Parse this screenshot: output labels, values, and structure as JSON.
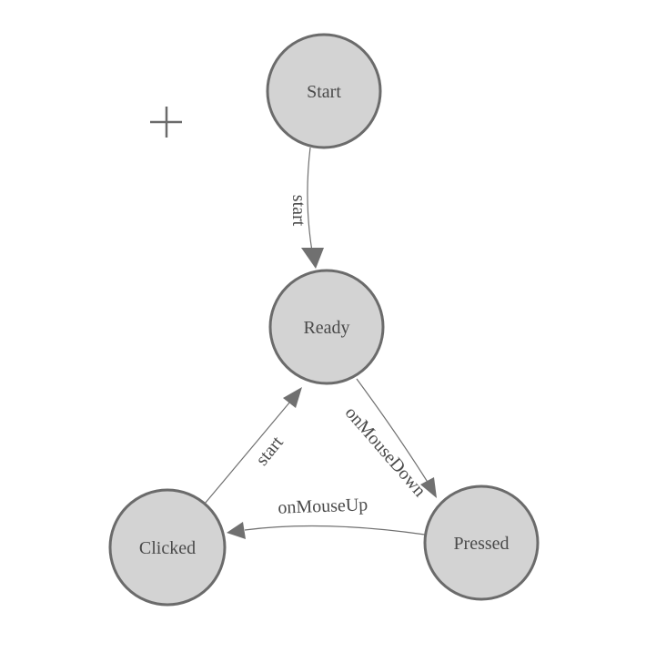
{
  "theme": {
    "background": "#ffffff",
    "node_fill": "#d3d3d3",
    "node_stroke": "#6b6b6b",
    "edge_stroke": "#707070",
    "label_color": "#4a4a4a"
  },
  "diagram": {
    "type": "state-machine",
    "nodes": [
      {
        "id": "start",
        "label": "Start"
      },
      {
        "id": "ready",
        "label": "Ready"
      },
      {
        "id": "clicked",
        "label": "Clicked"
      },
      {
        "id": "pressed",
        "label": "Pressed"
      }
    ],
    "edges": [
      {
        "from": "Start",
        "to": "Ready",
        "label": "start"
      },
      {
        "from": "Clicked",
        "to": "Ready",
        "label": "start"
      },
      {
        "from": "Ready",
        "to": "Pressed",
        "label": "onMouseDown"
      },
      {
        "from": "Pressed",
        "to": "Clicked",
        "label": "onMouseUp"
      }
    ],
    "cursor_icon": "plus-crosshair"
  }
}
